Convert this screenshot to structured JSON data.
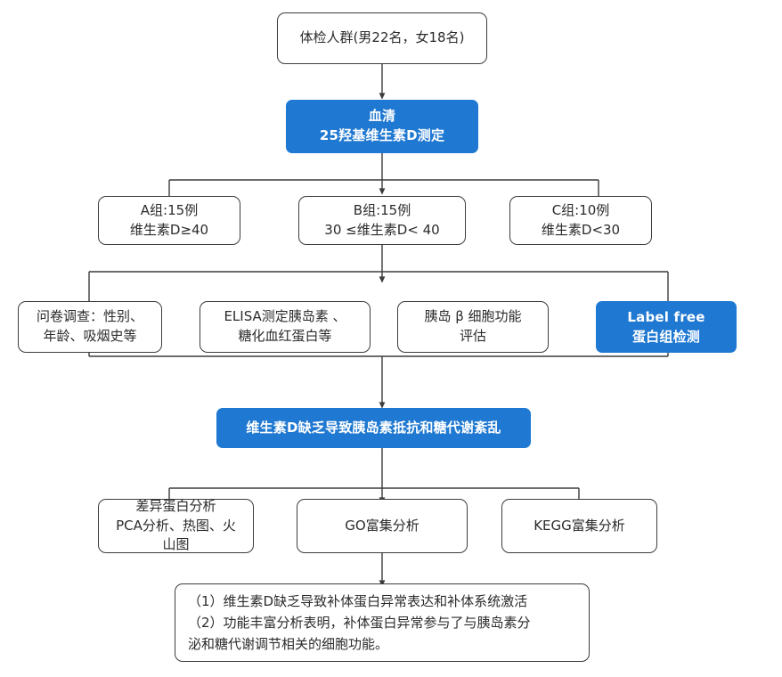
{
  "diagram": {
    "title": "Vitamin D study workflow flowchart",
    "accent_color": "#1f78d1",
    "line_color": "#3c3c3c",
    "text_color": "#2b2b2b",
    "background_color": "#ffffff"
  },
  "nodes": {
    "cohort": {
      "text": "体检人群(男22名，女18名)",
      "style": "plain"
    },
    "serum_assay": {
      "text": "血清\n25羟基维生素D测定",
      "style": "accent"
    },
    "group_a": {
      "text": "A组:15例\n维生素D≥40",
      "style": "plain"
    },
    "group_b": {
      "text": "B组:15例\n30 ≤维生素D< 40",
      "style": "plain"
    },
    "group_c": {
      "text": "C组:10例\n维生素D<30",
      "style": "plain"
    },
    "questionnaire": {
      "text": "问卷调查：性别、\n年龄、吸烟史等",
      "style": "plain"
    },
    "elisa": {
      "text": "ELISA测定胰岛素 、\n糖化血红蛋白等",
      "style": "plain"
    },
    "beta_cell": {
      "text": "胰岛 β 细胞功能\n评估",
      "style": "plain"
    },
    "label_free": {
      "text": "Label free\n蛋白组检测",
      "style": "accent"
    },
    "finding_banner": {
      "text": "维生素D缺乏导致胰岛素抵抗和糖代谢紊乱",
      "style": "accent"
    },
    "diff_protein": {
      "text": "差异蛋白分析\nPCA分析、热图、火\n山图",
      "style": "plain"
    },
    "go_enrichment": {
      "text": "GO富集分析",
      "style": "plain"
    },
    "kegg_enrichment": {
      "text": "KEGG富集分析",
      "style": "plain"
    },
    "conclusion": {
      "text": "（1）维生素D缺乏导致补体蛋白异常表达和补体系统激活\n（2）功能丰富分析表明，补体蛋白异常参与了与胰岛素分\n泌和糖代谢调节相关的细胞功能。",
      "style": "plain"
    }
  }
}
